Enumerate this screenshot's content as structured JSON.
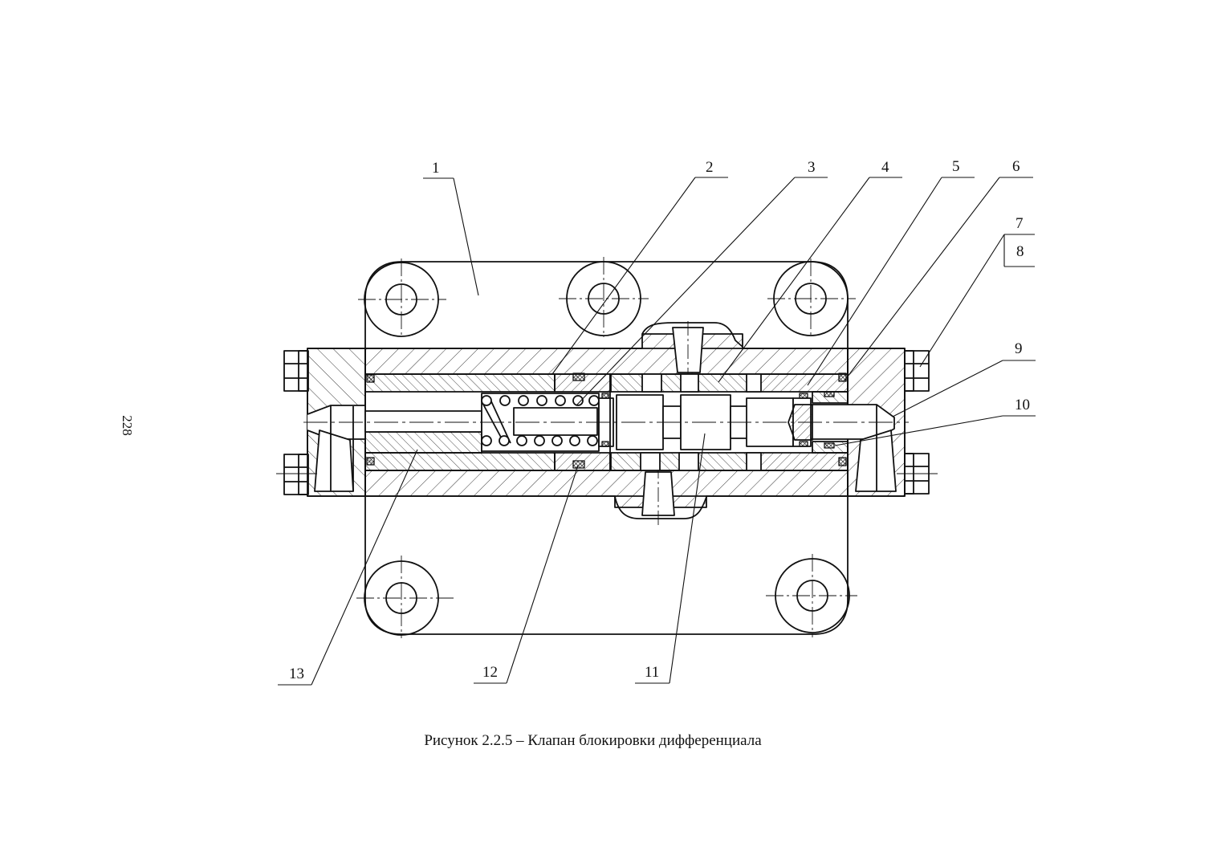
{
  "page_number": "228",
  "caption": "Рисунок 2.2.5 – Клапан блокировки дифференциала",
  "callouts": [
    "1",
    "2",
    "3",
    "4",
    "5",
    "6",
    "7",
    "8",
    "9",
    "10",
    "11",
    "12",
    "13"
  ],
  "colors": {
    "ink": "#111111",
    "paper": "#ffffff"
  }
}
